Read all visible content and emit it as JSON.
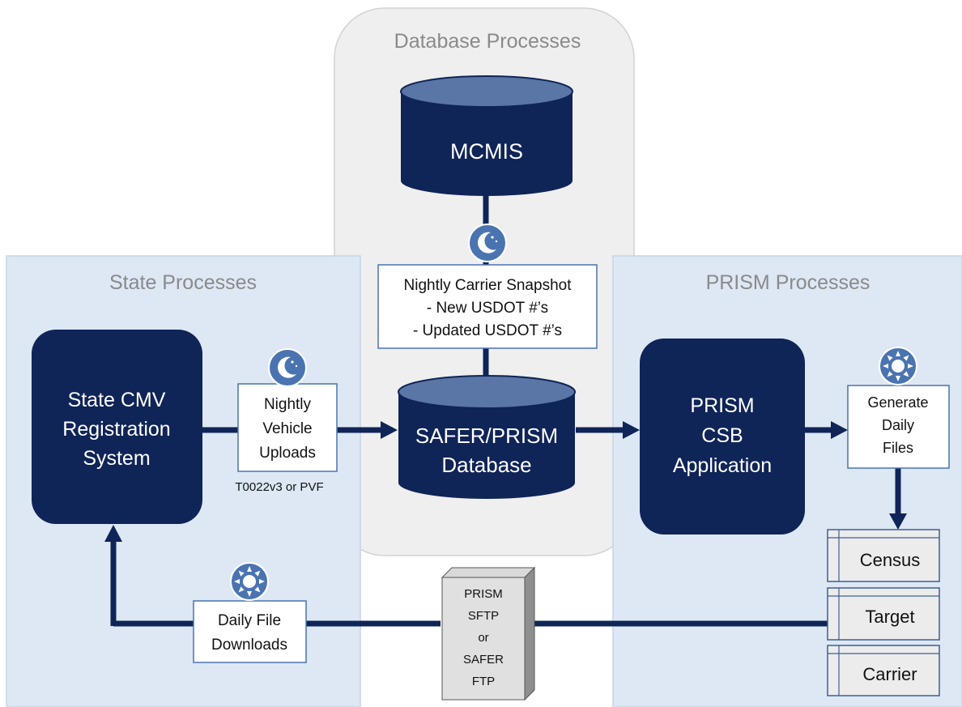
{
  "regions": {
    "database": "Database Processes",
    "state": "State Processes",
    "prism": "PRISM Processes"
  },
  "nodes": {
    "mcmis": "MCMIS",
    "safer_db": [
      "SAFER/PRISM",
      "Database"
    ],
    "state_cmv": [
      "State CMV",
      "Registration",
      "System"
    ],
    "prism_csb": [
      "PRISM",
      "CSB",
      "Application"
    ],
    "ftp_server": [
      "PRISM",
      "SFTP",
      "or",
      "SAFER",
      "FTP"
    ]
  },
  "labels": {
    "snapshot": [
      "Nightly Carrier Snapshot",
      "- New USDOT #’s",
      "- Updated USDOT #’s"
    ],
    "vehicle_uploads": [
      "Nightly",
      "Vehicle",
      "Uploads"
    ],
    "upload_formats": "T0022v3 or PVF",
    "generate_files": [
      "Generate",
      "Daily",
      "Files"
    ],
    "daily_downloads": [
      "Daily File",
      "Downloads"
    ]
  },
  "files": [
    "Census",
    "Target",
    "Carrier"
  ],
  "colors": {
    "navy": "#0f2457",
    "db_top": "#5a76a6",
    "icon_blue": "#4a74b0",
    "region_grey": "#efefef",
    "region_blue": "#dde8f4",
    "region_title": "#8a8a8a",
    "file_fill": "#ececec",
    "file_border": "#3e5f93"
  },
  "icons": {
    "nightly": "moon-icon",
    "daily": "sun-icon"
  }
}
